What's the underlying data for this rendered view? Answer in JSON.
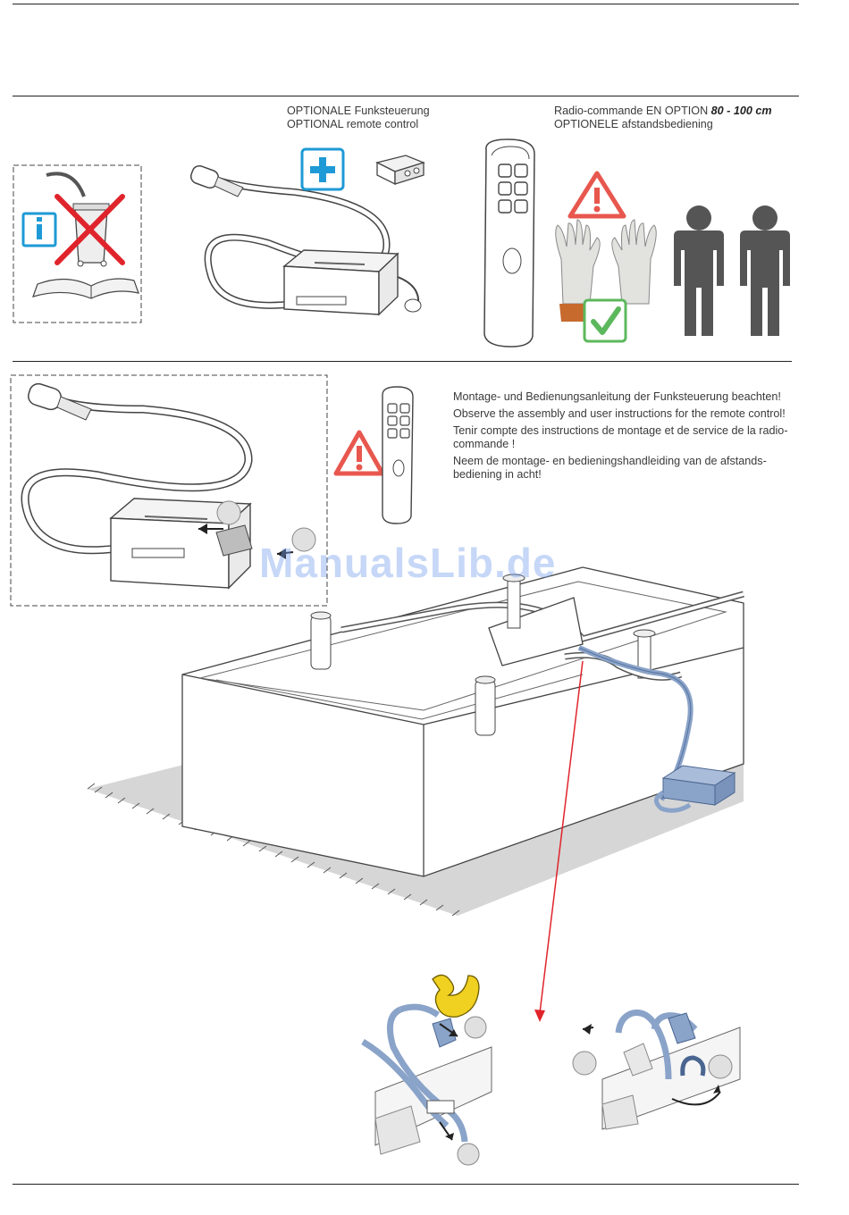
{
  "header": {
    "optional_de": "OPTIONALE Funksteuerung",
    "optional_en": "OPTIONAL remote control",
    "optional_fr_prefix": "Radio-commande EN OPTION ",
    "size_range": "80 - 100 cm",
    "optional_nl": "OPTIONELE afstandsbediening"
  },
  "instructions": [
    "Montage- und Bedienungsanleitung der Funksteuerung beachten!",
    "Observe the assembly and user instructions for the remote control!",
    "Tenir compte des instructions de montage et de service de la radio-commande !",
    "Neem de montage- en bedieningshandleiding van de afstands-bediening in acht!"
  ],
  "watermark": "ManualsLib.de",
  "colors": {
    "cable": "#8aa3c9",
    "info": "#1e9ad6",
    "warning": "#e8574e",
    "check": "#5cb85c",
    "arrow": "#e0242b",
    "person": "#555555"
  }
}
